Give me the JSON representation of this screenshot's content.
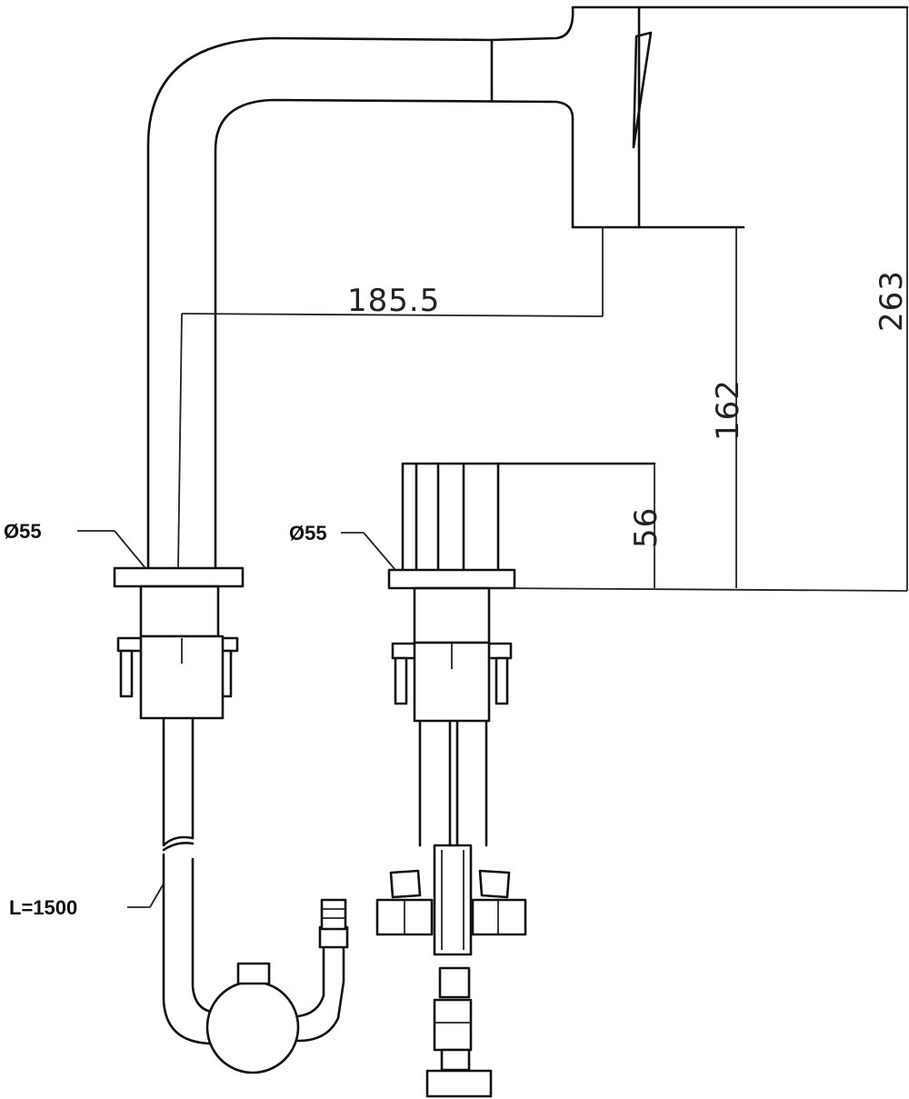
{
  "dimensions": {
    "reach": "185.5",
    "height_total": "263",
    "height_spout": "162",
    "height_handle": "56"
  },
  "labels": {
    "base_diameter_left": "Ø55",
    "base_diameter_right": "Ø55",
    "hose_length": "L=1500"
  }
}
